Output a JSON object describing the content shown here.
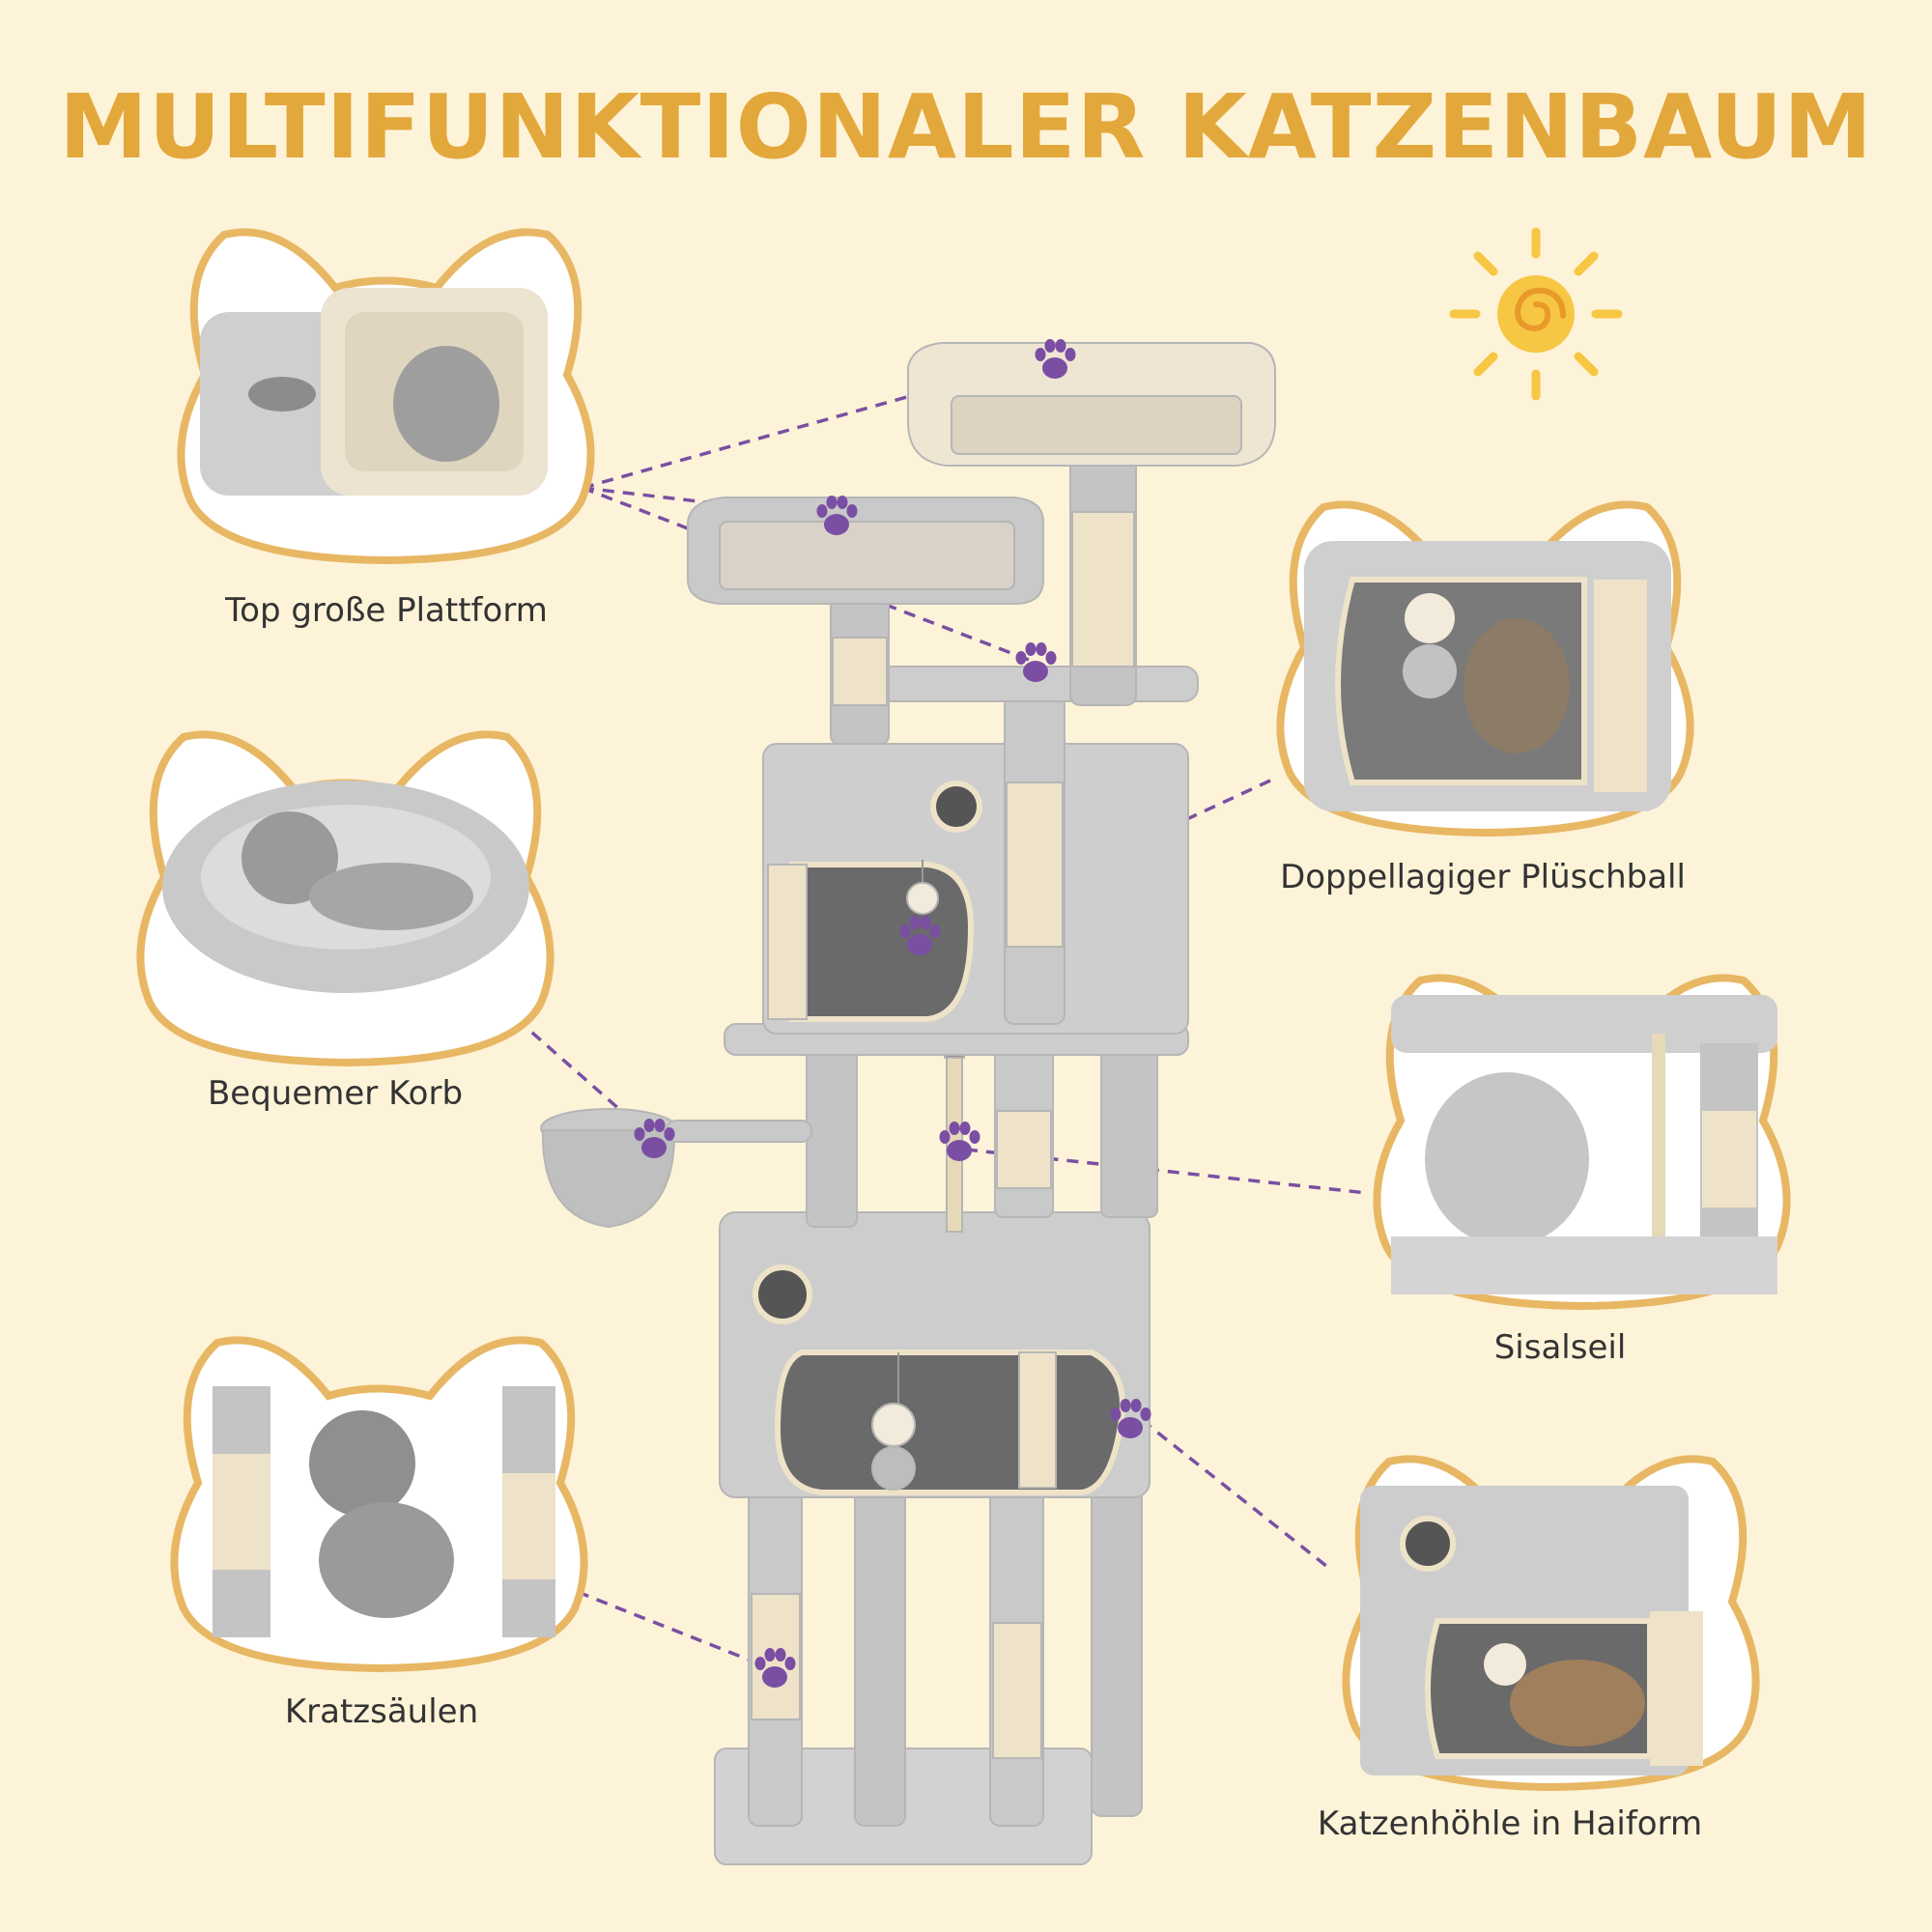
{
  "title": "MULTIFUNKTIONALER KATZENBAUM",
  "features": [
    {
      "label": "Top große Plattform"
    },
    {
      "label": "Bequemer Korb"
    },
    {
      "label": "Kratzsäulen"
    },
    {
      "label": "Doppellagiger Plüschball"
    },
    {
      "label": "Sisalseil"
    },
    {
      "label": "Katzenhöhle in Haiform"
    }
  ],
  "colors": {
    "background": "#fdf3d8",
    "title": "#e3a83c",
    "frame_border": "#e8b764",
    "connector": "#7a4fa3",
    "plush_grey": "#c9c9c9",
    "sisal": "#eee3c8"
  },
  "icons": [
    "paw-icon",
    "sun-icon"
  ]
}
